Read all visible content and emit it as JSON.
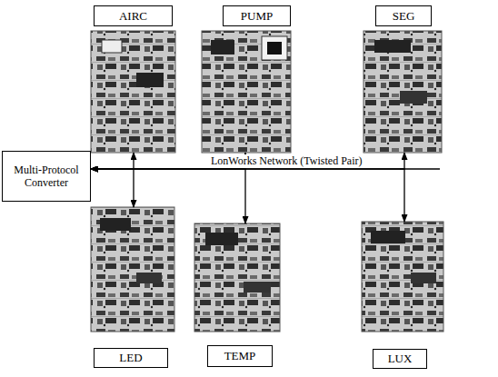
{
  "diagram": {
    "nodes": [
      {
        "text": [
          "AIRC"
        ]
      },
      {
        "text": [
          "PUMP"
        ]
      },
      {
        "text": [
          "SEG"
        ]
      },
      {
        "text": [
          "Multi-Protocol Converter"
        ]
      },
      {
        "text": [
          "LED"
        ]
      },
      {
        "text": [
          "TEMP"
        ]
      },
      {
        "text": [
          "LUX"
        ]
      }
    ],
    "edges": [
      {
        "from": 3,
        "to": 0,
        "arrow": "both"
      },
      {
        "from": 3,
        "to": 4,
        "arrow": "both"
      },
      {
        "from": 3,
        "to": 1,
        "arrow": "both"
      },
      {
        "from": 3,
        "to": 5,
        "arrow": "both"
      },
      {
        "from": 3,
        "to": 2,
        "arrow": "both"
      },
      {
        "from": 3,
        "to": 6,
        "arrow": "both"
      }
    ],
    "labels": [
      "LonWorks Network (Twisted Pair)"
    ]
  }
}
